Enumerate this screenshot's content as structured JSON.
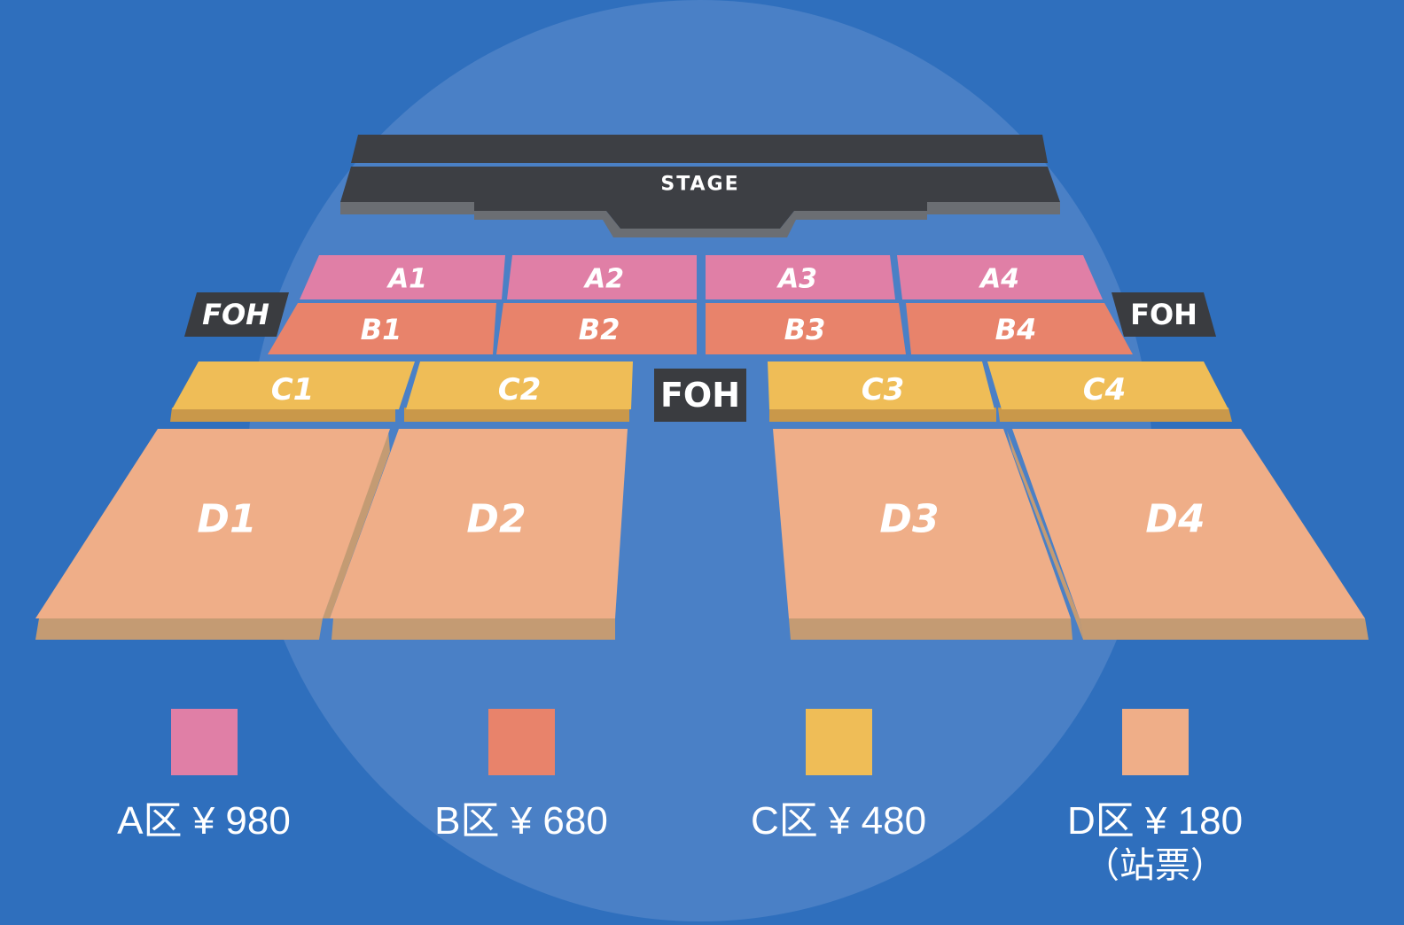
{
  "stage": {
    "label": "STAGE"
  },
  "foh": {
    "left": "FOH",
    "center": "FOH",
    "right": "FOH"
  },
  "colors": {
    "background": "#2f6fbd",
    "halo": "#4a80c6",
    "stage": "#3d3f44",
    "stage_side": "#6b6e73",
    "foh": "#3a3c40",
    "A": "#e07fa6",
    "B": "#e8836b",
    "C": "#efbd57",
    "D": "#efae88",
    "C_side": "#c9984a",
    "D_side": "#c49b73"
  },
  "sections": {
    "A": [
      "A1",
      "A2",
      "A3",
      "A4"
    ],
    "B": [
      "B1",
      "B2",
      "B3",
      "B4"
    ],
    "C": [
      "C1",
      "C2",
      "C3",
      "C4"
    ],
    "D": [
      "D1",
      "D2",
      "D3",
      "D4"
    ]
  },
  "legend": [
    {
      "zone": "A",
      "price": "A区 ¥ 980",
      "note": ""
    },
    {
      "zone": "B",
      "price": "B区 ¥ 680",
      "note": ""
    },
    {
      "zone": "C",
      "price": "C区 ¥ 480",
      "note": ""
    },
    {
      "zone": "D",
      "price": "D区 ¥ 180",
      "note": "（站票）"
    }
  ]
}
